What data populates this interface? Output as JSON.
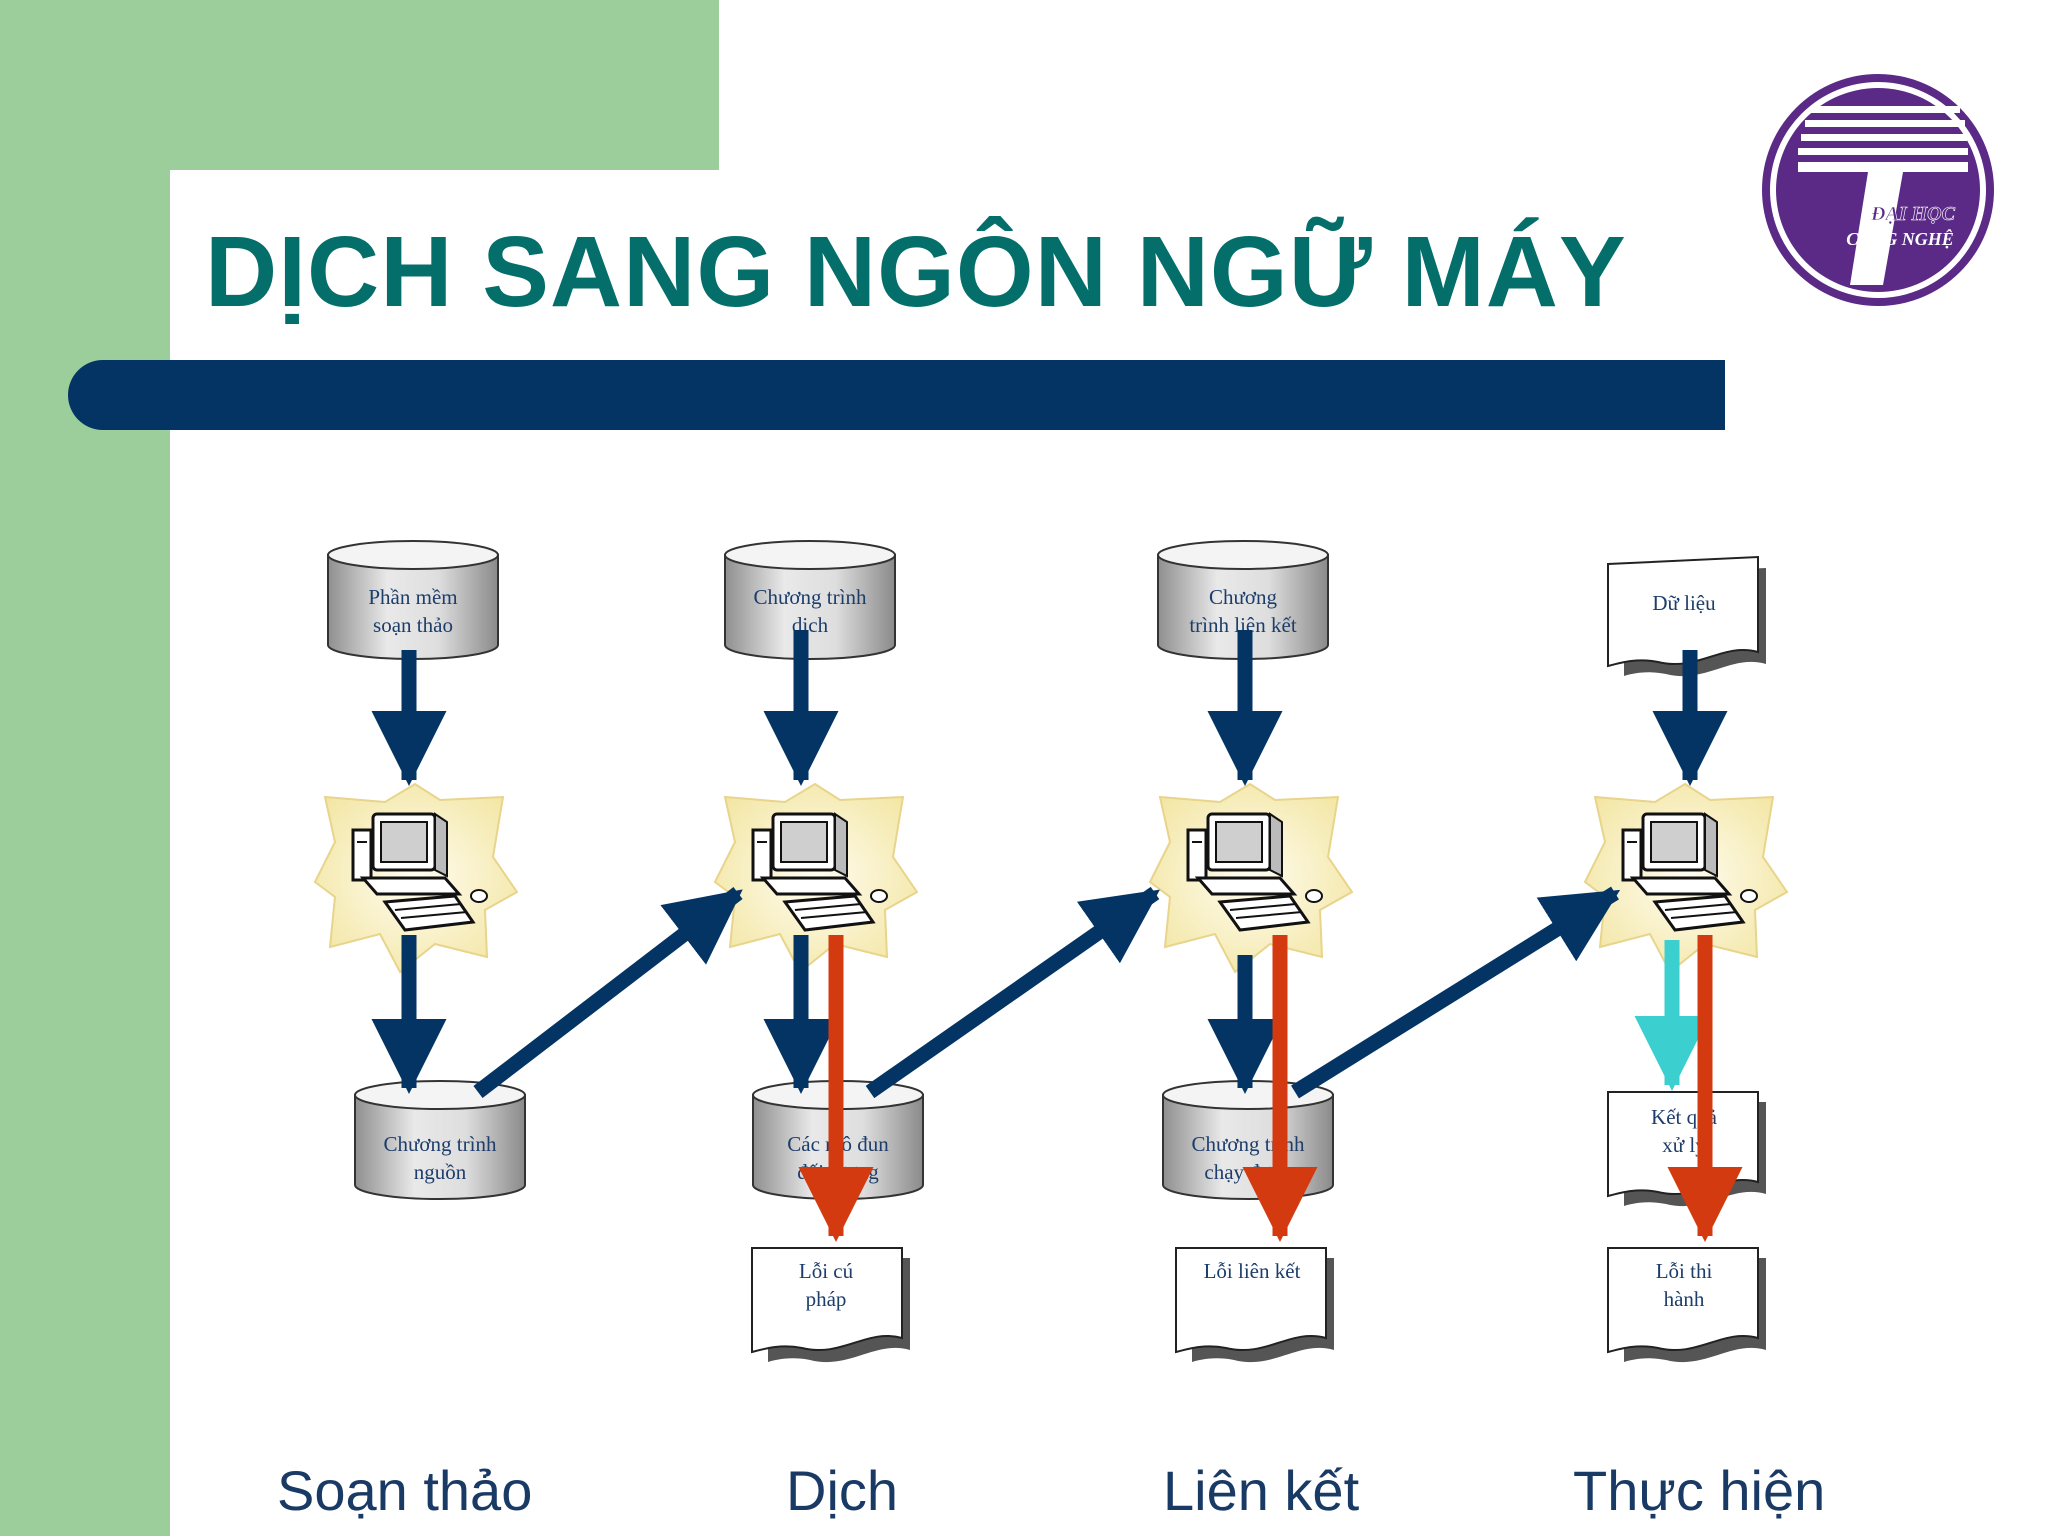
{
  "title": "DỊCH SANG NGÔN NGỮ MÁY",
  "logo": {
    "line1": "ĐẠI HỌC",
    "line2": "CÔNG NGHỆ",
    "color": "#5b2a86"
  },
  "colors": {
    "green": "#9bce9a",
    "title_bar": "#033464",
    "title_text": "#046f6a",
    "blue_arrow": "#033464",
    "red_arrow": "#d43a0f",
    "cyan_arrow": "#3ccfcf"
  },
  "nodes": {
    "editor_software": {
      "line1": "Phần mềm",
      "line2": "soạn thảo"
    },
    "compiler": {
      "line1": "Chương trình",
      "line2": "dịch"
    },
    "linker": {
      "line1": "Chương",
      "line2": "trình liên kết"
    },
    "input_data": {
      "line1": "Dữ liệu"
    },
    "source_program": {
      "line1": "Chương trình",
      "line2": "nguồn"
    },
    "object_modules": {
      "line1": "Các mô đun",
      "line2": "đối tượng"
    },
    "executable": {
      "line1": "Chương trình",
      "line2": "chạy được"
    },
    "results": {
      "line1": "Kết quả",
      "line2": "xử lý"
    },
    "syntax_errors": {
      "line1": "Lỗi cú",
      "line2": "pháp"
    },
    "link_errors": {
      "line1": "Lỗi liên kết"
    },
    "runtime_errors": {
      "line1": "Lỗi thi",
      "line2": "hành"
    }
  },
  "computer_icon": "computer-icon",
  "stages": [
    {
      "label": "Soạn thảo"
    },
    {
      "label": "Dịch"
    },
    {
      "label": "Liên kết"
    },
    {
      "label": "Thực hiện"
    }
  ]
}
